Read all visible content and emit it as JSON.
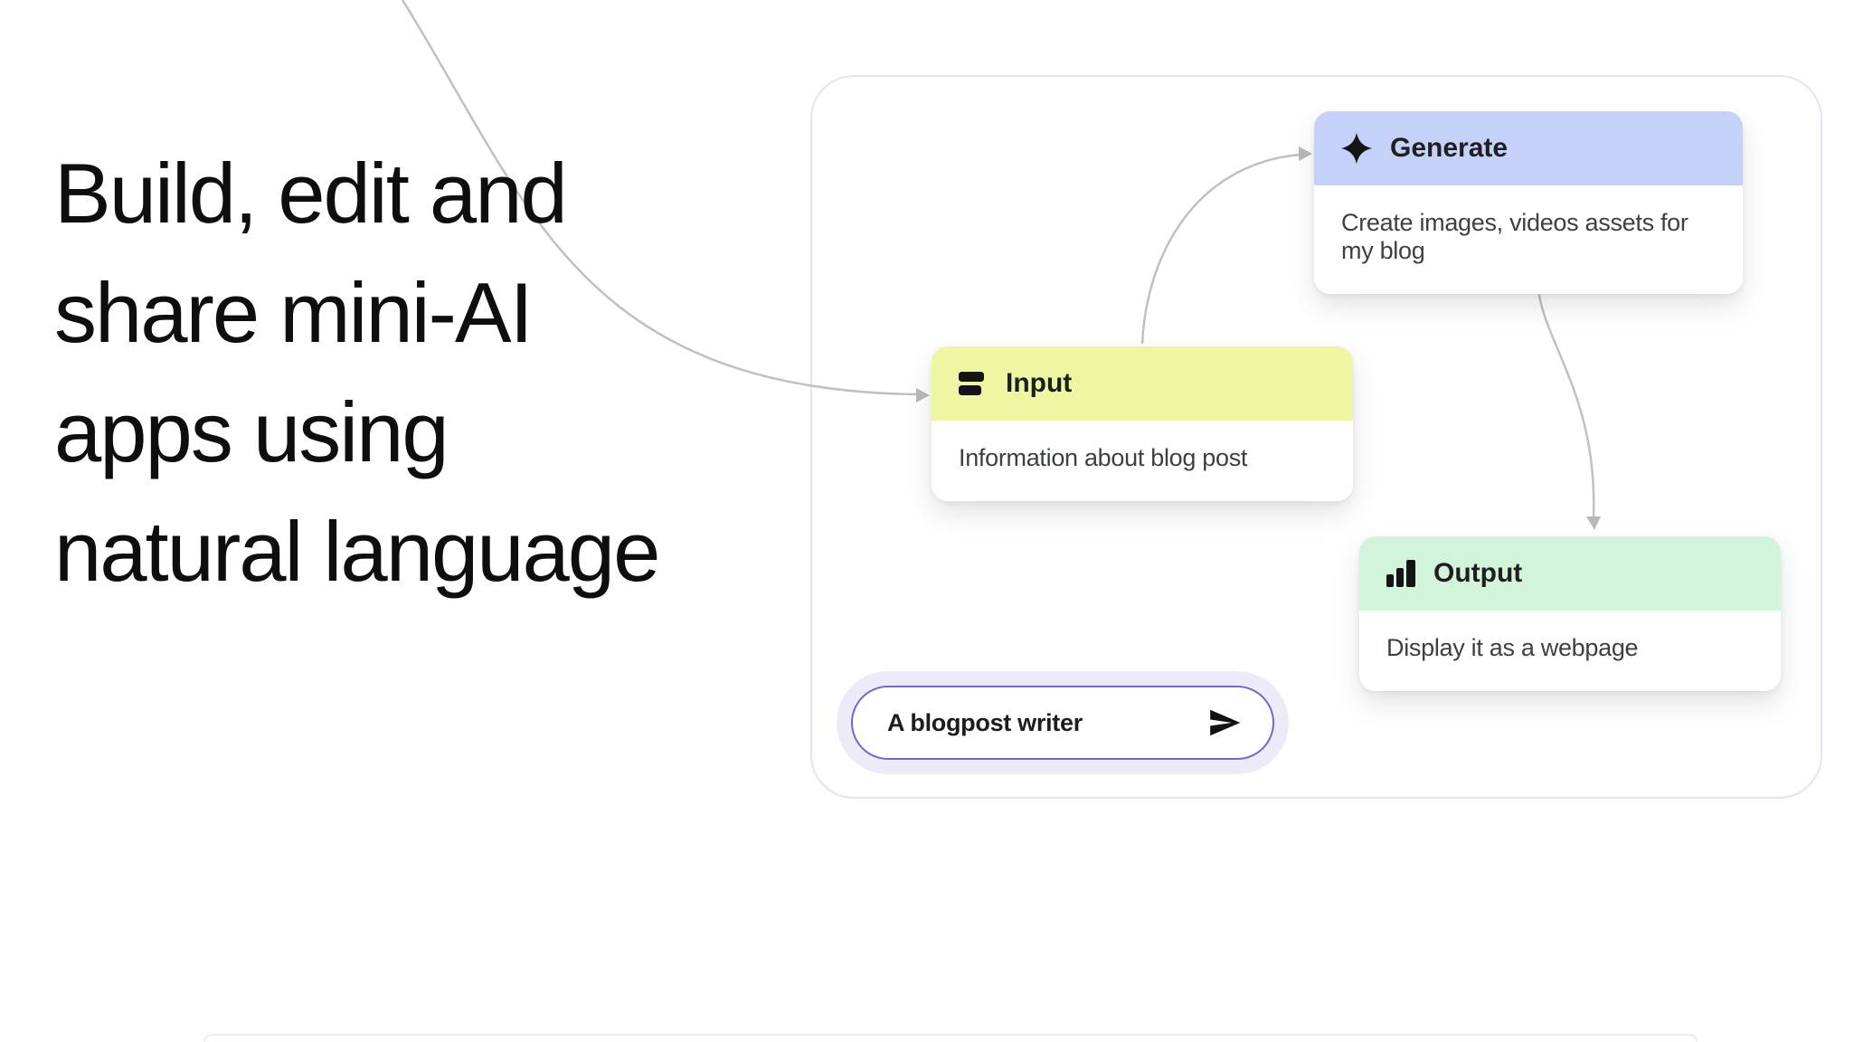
{
  "headline": {
    "lines": [
      "Build, edit and",
      "share mini-AI",
      "apps using",
      "natural language"
    ],
    "color": "#0e0e0e"
  },
  "flow_panel": {
    "border_color": "#e2e3f6",
    "connector_color": "#c0c0c0",
    "nodes": [
      {
        "id": "generate",
        "title": "Generate",
        "description": "Create images, videos assets for my blog",
        "icon": "sparkle-icon",
        "header_color": "#c5d1f8"
      },
      {
        "id": "input",
        "title": "Input",
        "description": "Information about blog post",
        "icon": "text-lines-icon",
        "header_color": "#eef6a2"
      },
      {
        "id": "output",
        "title": "Output",
        "description": "Display it as a webpage",
        "icon": "bar-chart-icon",
        "header_color": "#d2f4da"
      }
    ],
    "prompt_bar": {
      "value": "A blogpost writer",
      "border_color": "#7066d8",
      "halo_color": "#ececf9",
      "send_icon": "send-icon"
    }
  },
  "footer": {
    "divider_color": "#ececec"
  }
}
